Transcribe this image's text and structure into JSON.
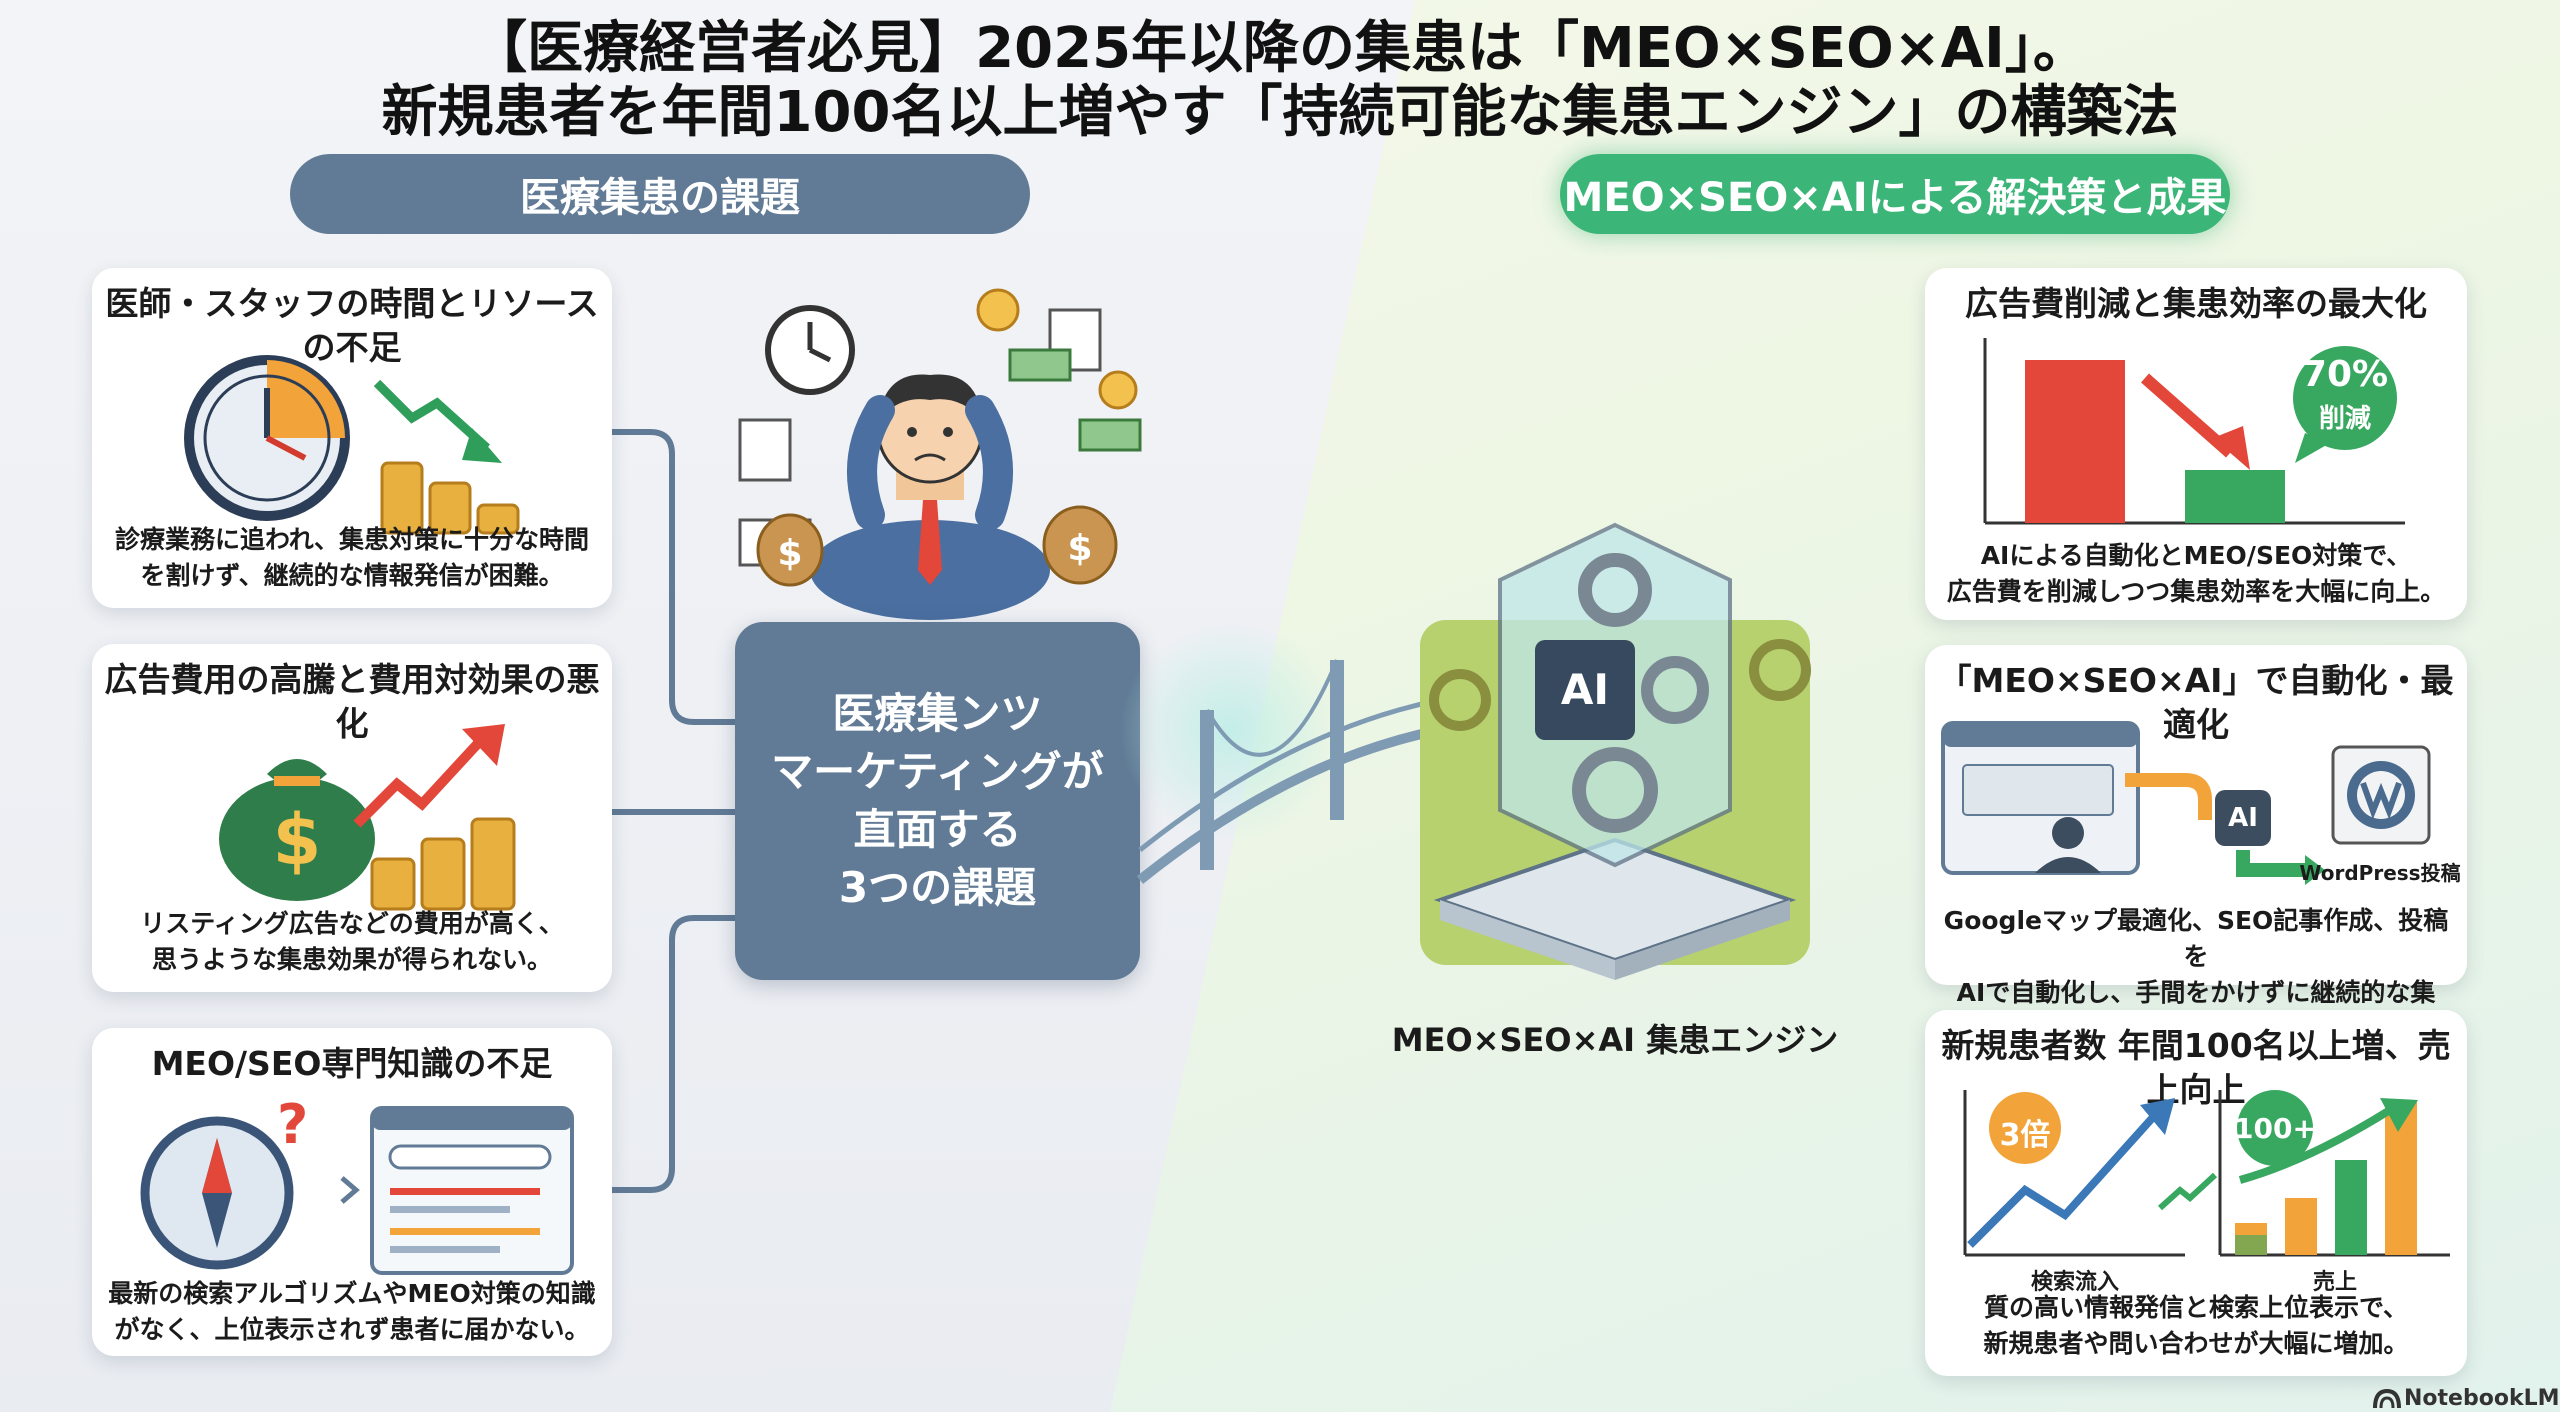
{
  "title": {
    "line1": "【医療経営者必見】2025年以降の集患は「MEO×SEO×AI」。",
    "line2": "新規患者を年間100名以上増やす「持続可能な集患エンジン」の構築法"
  },
  "left_header": "医療集患の課題",
  "right_header": "MEO×SEO×AIによる解決策と成果",
  "challenges": [
    {
      "title": "医師・スタッフの時間とリソースの不足",
      "body": "診療業務に追われ、集患対策に十分な時間\nを割けず、継続的な情報発信が困難。"
    },
    {
      "title": "広告費用の高騰と費用対効果の悪化",
      "body": "リスティング広告などの費用が高く、\n思うような集患効果が得られない。"
    },
    {
      "title": "MEO/SEO専門知識の不足",
      "body": "最新の検索アルゴリズムやMEO対策の知識\nがなく、上位表示されず患者に届かない。"
    }
  ],
  "center_box": "医療集ンツ\nマーケティングが\n直面する\n3つの課題",
  "engine_label": "MEO×SEO×AI 集患エンジン",
  "engine_chip": "AI",
  "solutions": [
    {
      "title": "広告費削減と集患効率の最大化",
      "body": "AIによる自動化とMEO/SEO対策で、\n広告費を削減しつつ集患効率を大幅に向上。",
      "badge_value": "70%",
      "badge_label": "削減"
    },
    {
      "title": "「MEO×SEO×AI」で自動化・最適化",
      "body": "Googleマップ最適化、SEO記事作成、投稿を\nAIで自動化し、手間をかけずに継続的な集患。",
      "chip": "AI",
      "wp_label": "WordPress投稿"
    },
    {
      "title": "新規患者数 年間100名以上増、売上向上",
      "body": "質の高い情報発信と検索上位表示で、\n新規患者や問い合わせが大幅に増加。",
      "badge_left": "3倍",
      "badge_right": "100+",
      "label_left": "検索流入",
      "label_right": "売上"
    }
  ],
  "footer": "NotebookLM",
  "colors": {
    "left_accent": "#617b96",
    "right_accent": "#3cb578",
    "red": "#e2473a",
    "green": "#38a860",
    "orange": "#f2a33a"
  }
}
